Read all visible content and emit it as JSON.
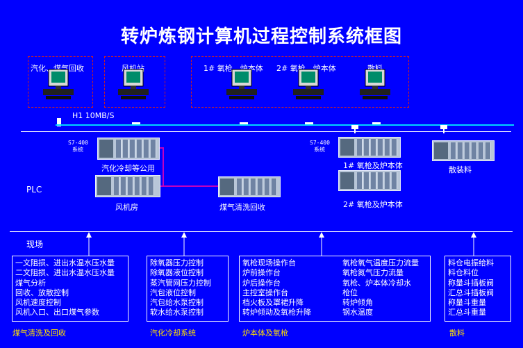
{
  "title": "转炉炼钢计算机过程控制系统框图",
  "network": {
    "label": "H1  10MB/S"
  },
  "workstations": [
    {
      "label": "汽化、煤气回收"
    },
    {
      "label": "风机站"
    },
    {
      "label": "1# 氧枪、炉本体"
    },
    {
      "label": "2# 氧枪、炉本体"
    },
    {
      "label": "散料"
    }
  ],
  "plc_label": "PLC",
  "s7_label": {
    "line1": "S7-400",
    "line2": "系统"
  },
  "plc_units": [
    {
      "label": "汽化冷却等公用"
    },
    {
      "label": "风机房"
    },
    {
      "label": "煤气清洗回收"
    },
    {
      "label": "1# 氧枪及炉本体"
    },
    {
      "label": "2# 氧枪及炉本体"
    },
    {
      "label": "散装料"
    }
  ],
  "field": {
    "label": "现场",
    "groups": [
      {
        "name": "煤气清洗及回收",
        "col1": [
          "一文阻损、进出水温水压水量",
          "二文阻损、进出水温水压水量",
          "煤气分析",
          "回收、放散控制",
          "风机速度控制",
          "风机入口、出口煤气参数"
        ],
        "col2": []
      },
      {
        "name": "汽化冷却系统",
        "col1": [
          "除氧器压力控制",
          "除氧器液位控制",
          "蒸汽管网压力控制",
          "汽包液位控制",
          "汽包给水泵控制",
          "软水给水泵控制"
        ],
        "col2": []
      },
      {
        "name": "炉本体及氧枪",
        "col1": [
          "氧枪现场操作台",
          "炉前操作台",
          "炉后操作台",
          "主控室操作台",
          "档火板及罩裙升降",
          "转炉倾动及氧枪升降"
        ],
        "col2": [
          "氧枪氧气温度压力流量",
          "氧枪氮气压力流量",
          "氧枪、炉本体冷却水",
          "枪位",
          "转炉倾角",
          "钢水温度"
        ]
      },
      {
        "name": "散料",
        "col1": [
          "料仓电振给料",
          "料仓料位",
          "称量斗插板阀",
          "汇总斗插板阀",
          "称量斗重量",
          "汇总斗重量"
        ],
        "col2": []
      }
    ]
  }
}
